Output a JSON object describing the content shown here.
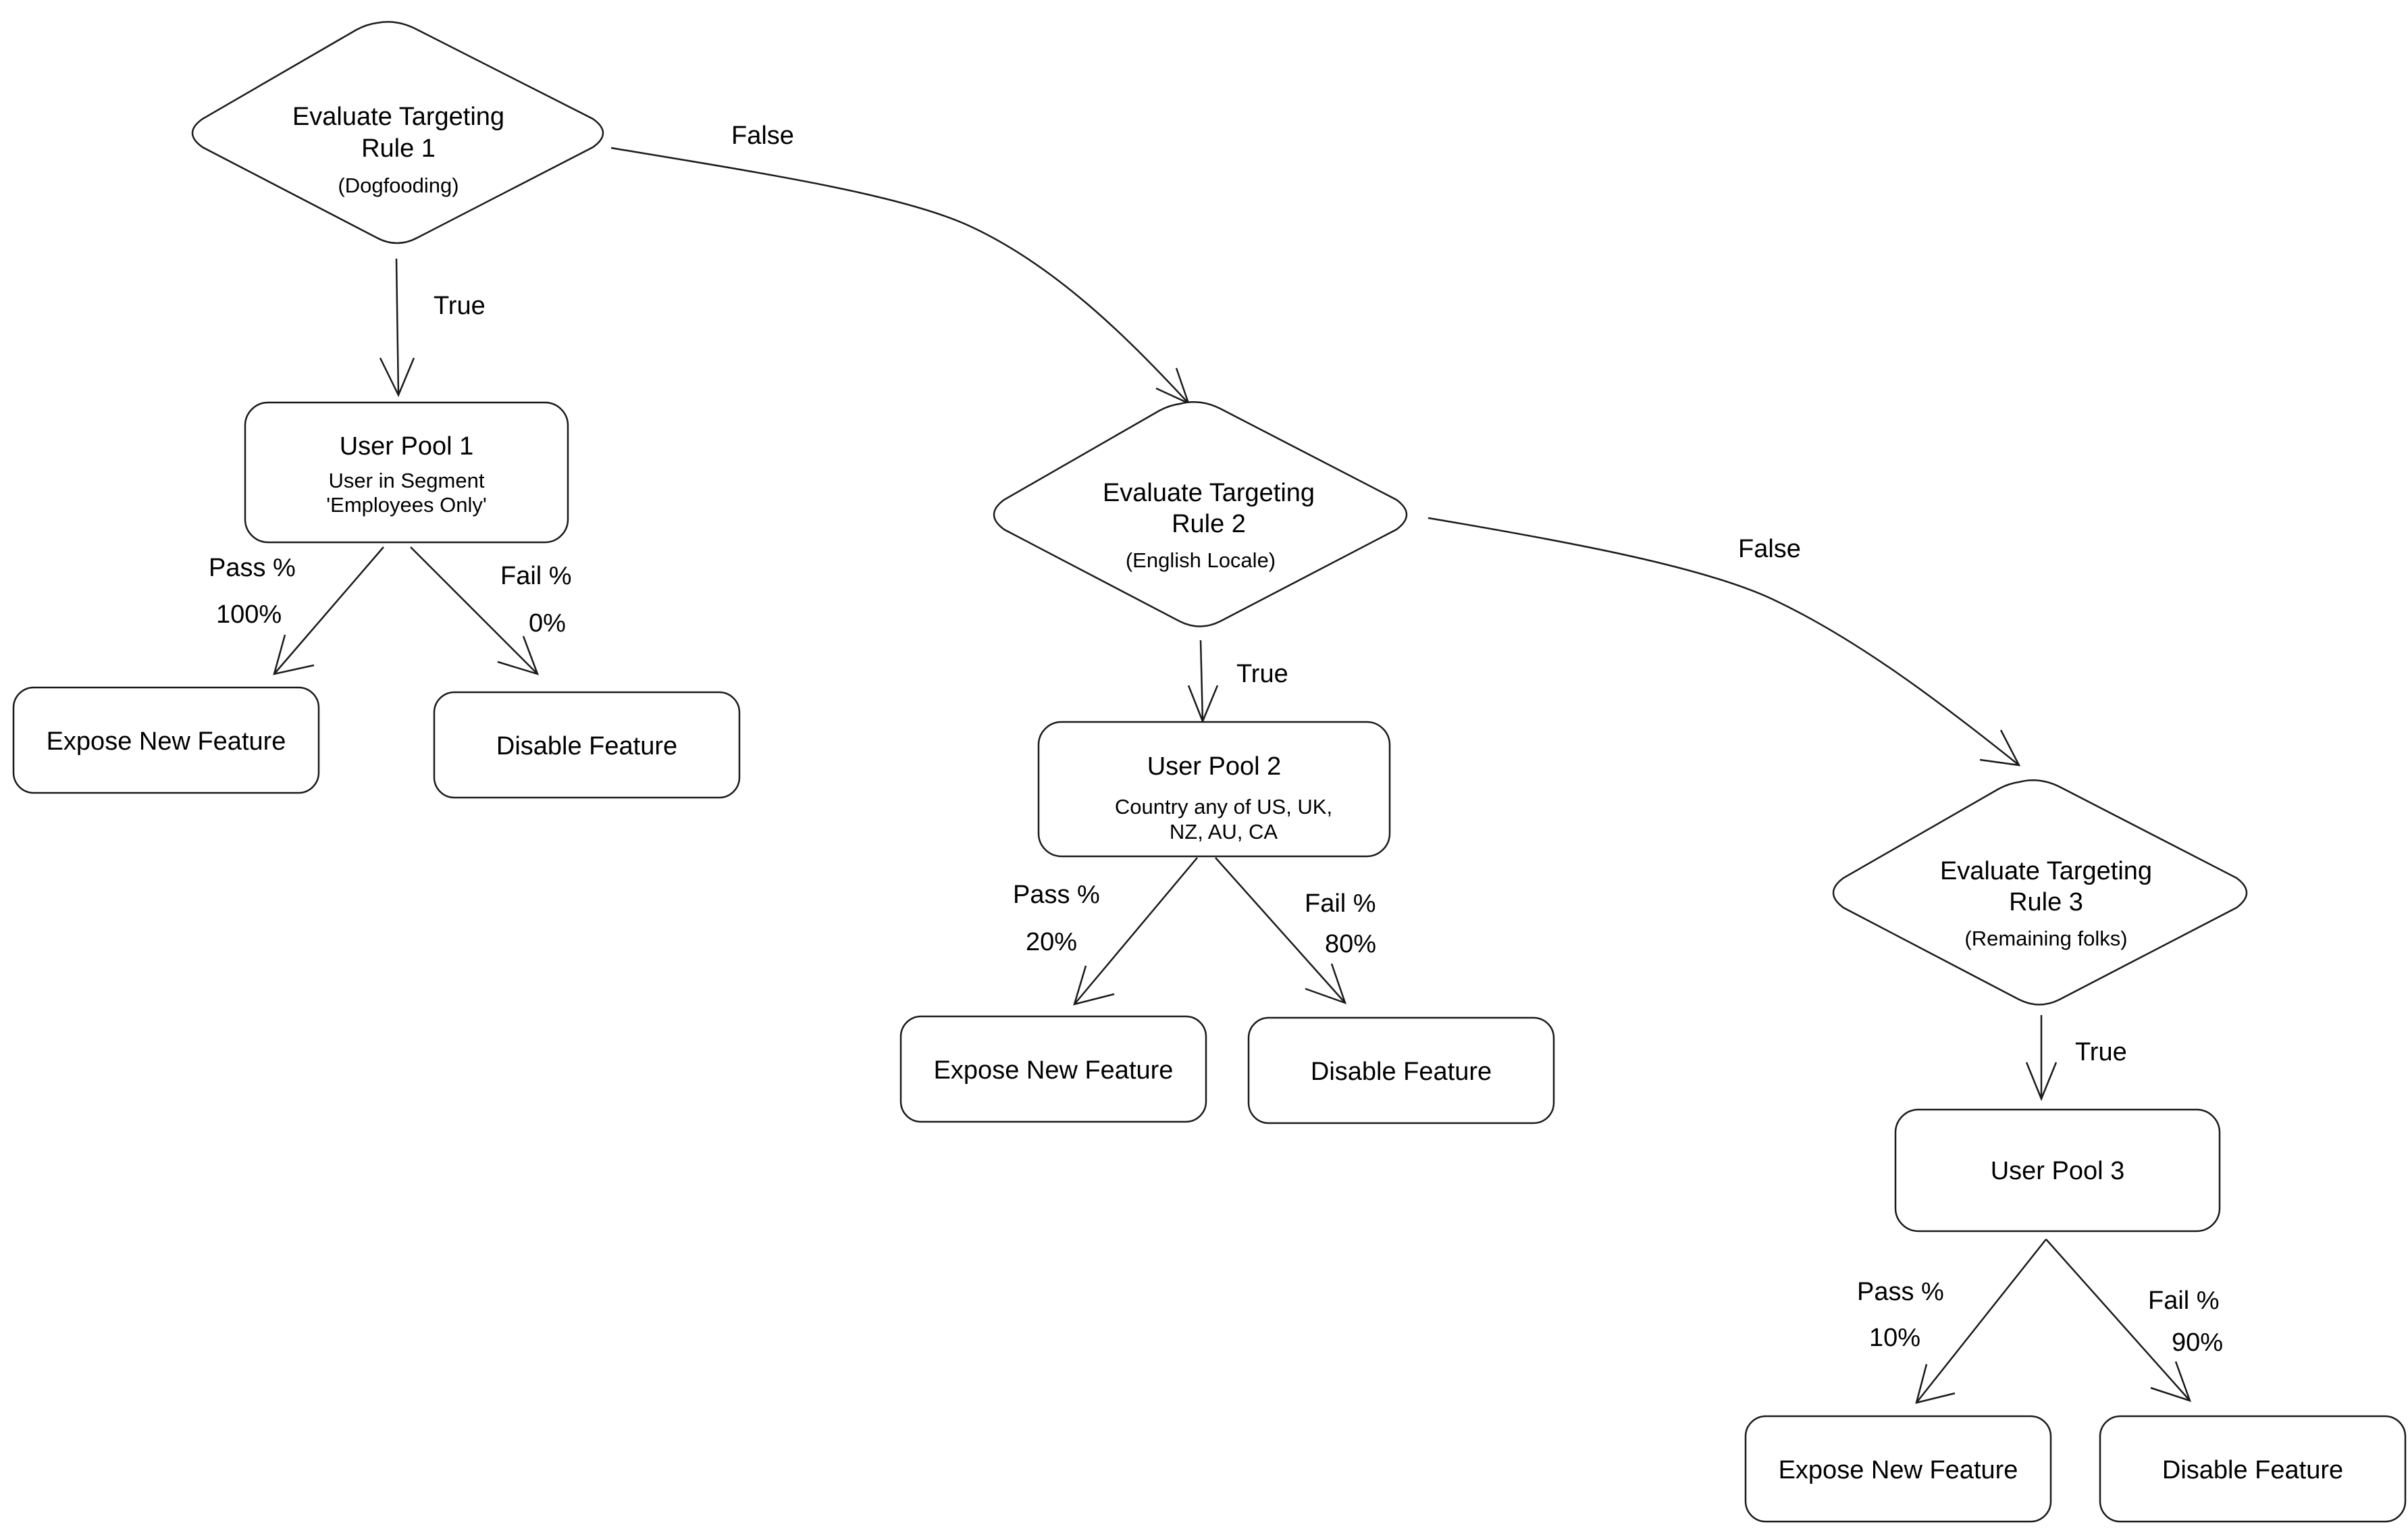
{
  "rules": [
    {
      "title_line1": "Evaluate Targeting",
      "title_line2": "Rule 1",
      "subtitle": "(Dogfooding)"
    },
    {
      "title_line1": "Evaluate Targeting",
      "title_line2": "Rule 2",
      "subtitle": "(English Locale)"
    },
    {
      "title_line1": "Evaluate Targeting",
      "title_line2": "Rule 3",
      "subtitle": "(Remaining folks)"
    }
  ],
  "pools": [
    {
      "title": "User Pool 1",
      "desc_line1": "User in Segment",
      "desc_line2": "'Employees Only'"
    },
    {
      "title": "User Pool 2",
      "desc_line1": "Country any of US, UK,",
      "desc_line2": "NZ, AU, CA"
    },
    {
      "title": "User Pool 3",
      "desc_line1": "",
      "desc_line2": ""
    }
  ],
  "outcomes": {
    "expose": "Expose New Feature",
    "disable": "Disable Feature"
  },
  "edge_labels": {
    "true": "True",
    "false": "False",
    "pass": "Pass %",
    "fail": "Fail %"
  },
  "splits": [
    {
      "pass_pct": "100%",
      "fail_pct": "0%"
    },
    {
      "pass_pct": "20%",
      "fail_pct": "80%"
    },
    {
      "pass_pct": "10%",
      "fail_pct": "90%"
    }
  ]
}
